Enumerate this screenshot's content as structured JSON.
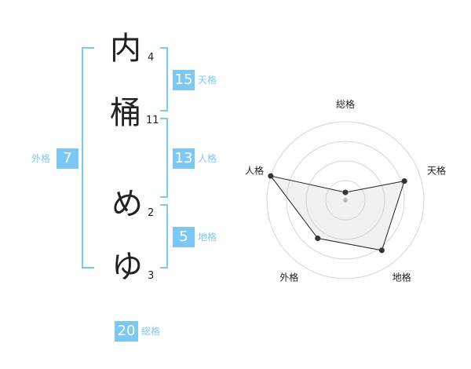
{
  "name": {
    "characters": [
      {
        "char": "内",
        "strokes": "4"
      },
      {
        "char": "桶",
        "strokes": "11"
      },
      {
        "char": "め",
        "strokes": "2"
      },
      {
        "char": "ゆ",
        "strokes": "3"
      }
    ]
  },
  "fortunes": {
    "tenkaku": {
      "value": "15",
      "label": "天格"
    },
    "jinkaku": {
      "value": "13",
      "label": "人格"
    },
    "chikaku": {
      "value": "5",
      "label": "地格"
    },
    "gaikaku": {
      "value": "7",
      "label": "外格"
    },
    "soukaku": {
      "value": "20",
      "label": "総格"
    }
  },
  "accent_color": "#7cc8f5",
  "chart_data": {
    "type": "radar",
    "axes": [
      "総格",
      "天格",
      "地格",
      "外格",
      "人格"
    ],
    "values": [
      0.1,
      0.79,
      0.79,
      0.6,
      1.0
    ],
    "max": 1.0,
    "rings": 4
  }
}
